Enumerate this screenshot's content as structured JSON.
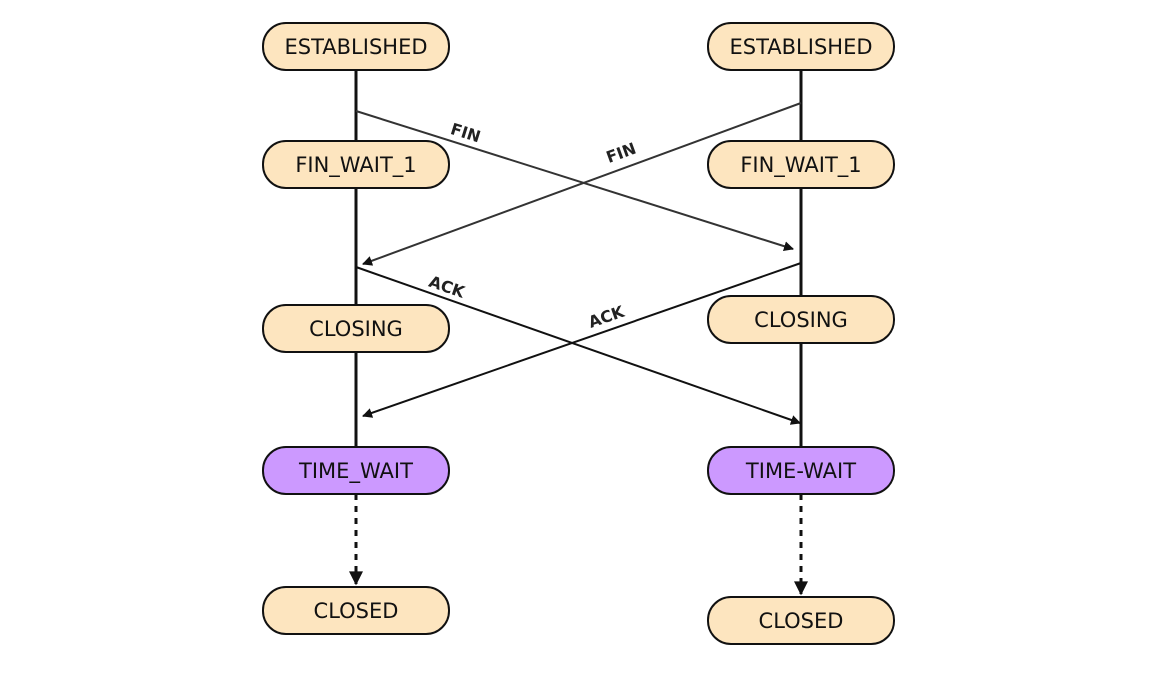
{
  "colors": {
    "state_fill": "#fde5bf",
    "state_fill_highlight": "#cc99ff",
    "stroke": "#111111"
  },
  "left": {
    "established": "ESTABLISHED",
    "fin_wait_1": "FIN_WAIT_1",
    "closing": "CLOSING",
    "time_wait": "TIME_WAIT",
    "closed": "CLOSED"
  },
  "right": {
    "established": "ESTABLISHED",
    "fin_wait_1": "FIN_WAIT_1",
    "closing": "CLOSING",
    "time_wait": "TIME-WAIT",
    "closed": "CLOSED"
  },
  "messages": {
    "fin_left_to_right": "FIN",
    "fin_right_to_left": "FIN",
    "ack_left_to_right": "ACK",
    "ack_right_to_left": "ACK"
  }
}
